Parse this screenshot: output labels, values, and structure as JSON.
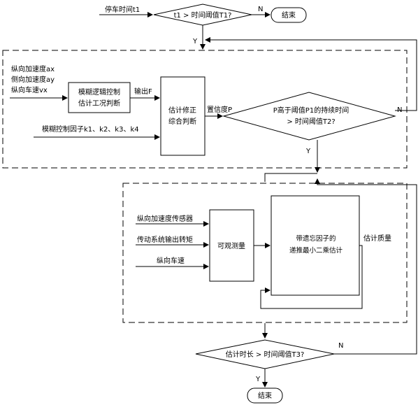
{
  "top": {
    "stop_time_label": "停车时间t1",
    "decision1": "t1 > 时间阈值T1?",
    "n_label": "N",
    "y_label": "Y",
    "end_label": "结束"
  },
  "stage1": {
    "inputs": [
      "纵向加速度ax",
      "侧向加速度ay",
      "纵向车速vx"
    ],
    "fuzzy_box": [
      "模糊逻辑控制",
      "估计工况判断"
    ],
    "output_f": "输出F",
    "factors": "模糊控制因子k1、k2、k3、k4",
    "estimate_box": [
      "估计修正",
      "综合判断"
    ],
    "confidence": "置信度P",
    "decision2": [
      "P高于阈值P1的持续时间",
      "> 时间阈值T2?"
    ],
    "n_label": "N",
    "y_label": "Y"
  },
  "stage2": {
    "sensors": [
      "纵向加速度传感器",
      "传动系统输出转矩",
      "纵向车速"
    ],
    "observe_box": "可观测量",
    "rls_box": [
      "带遗忘因子的",
      "递推最小二乘估计"
    ],
    "quality": "估计质量"
  },
  "bottom": {
    "decision3": "估计时长 > 时间阈值T3?",
    "n_label": "N",
    "y_label": "Y",
    "end_label": "结束"
  }
}
